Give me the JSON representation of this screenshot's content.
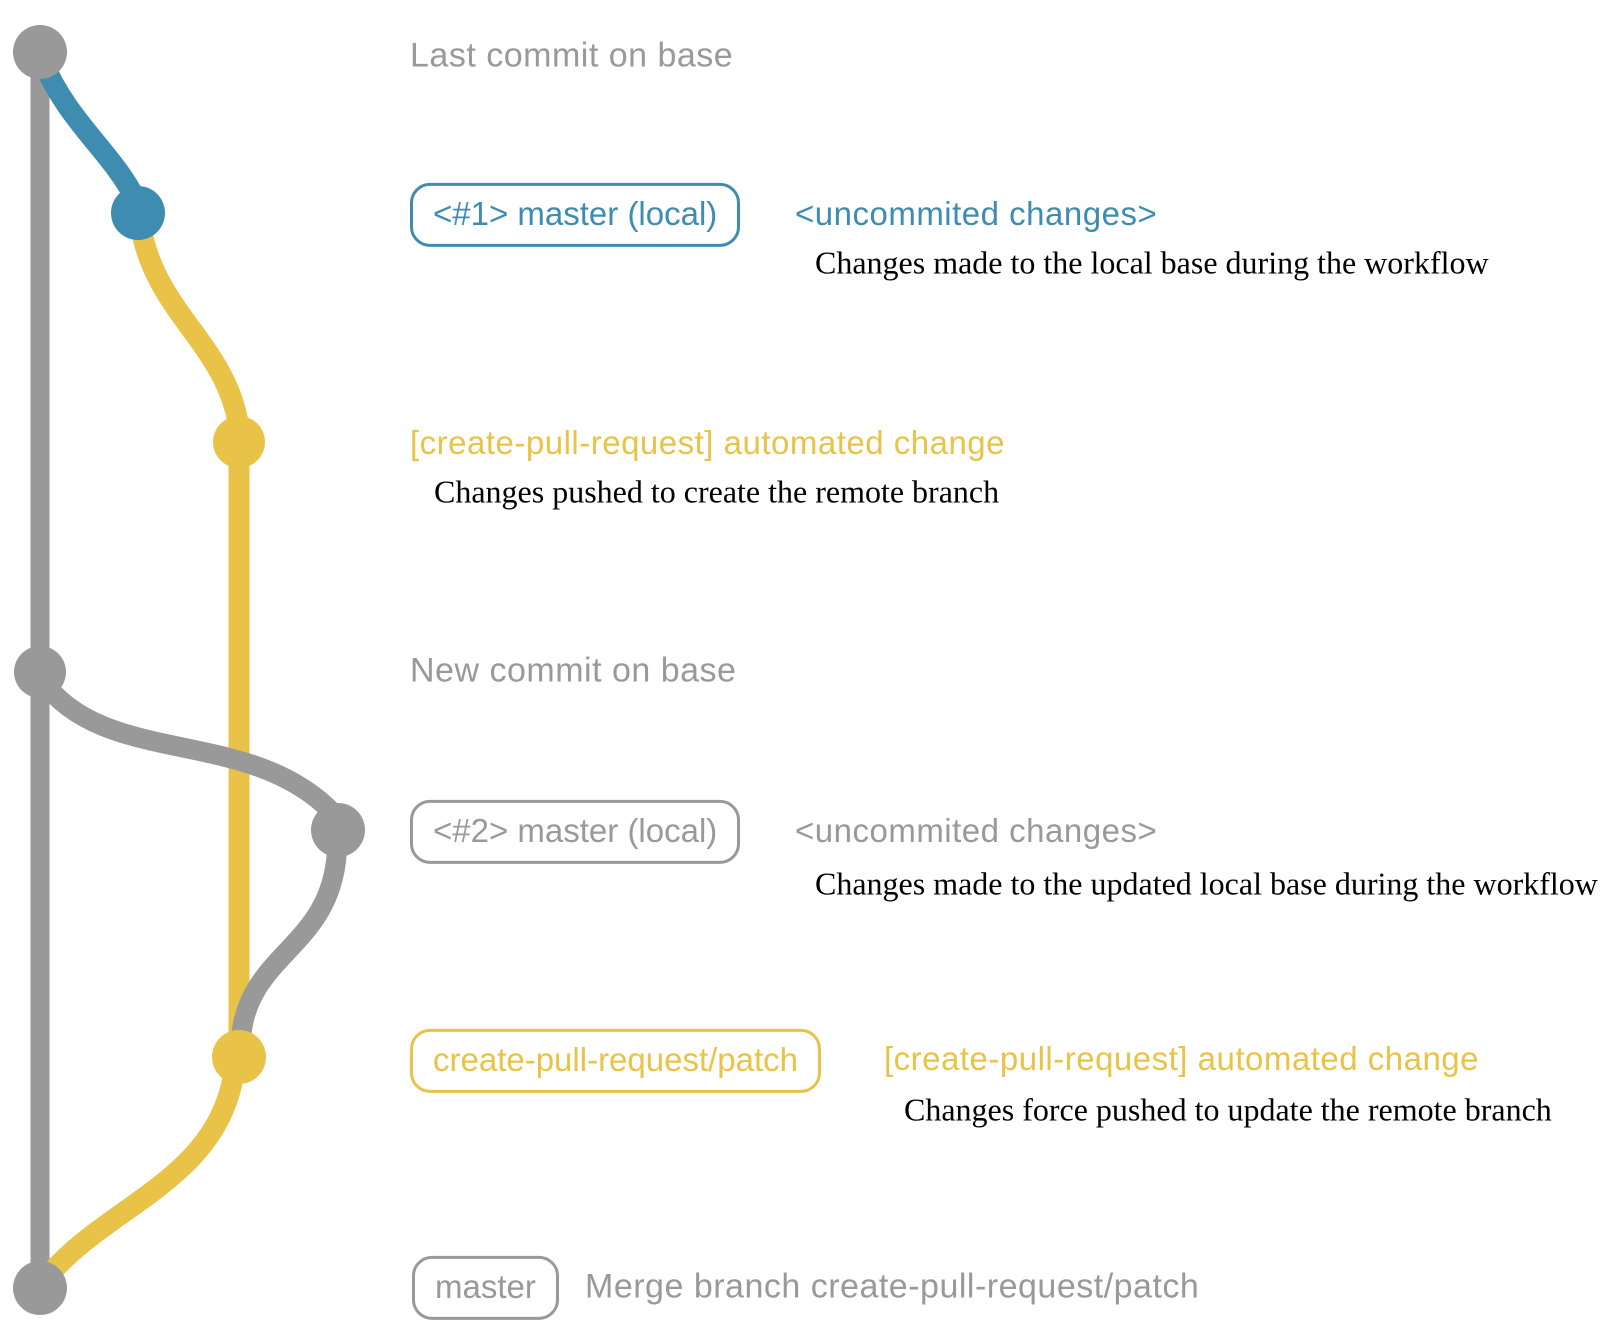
{
  "colors": {
    "gray": "#999999",
    "blue": "#3e8cb0",
    "yellow": "#e9c347",
    "ink": "#000000",
    "background": "#ffffff"
  },
  "rows": {
    "last_commit": {
      "title": "Last commit on base"
    },
    "commit_1": {
      "badge": "<#1> master (local)",
      "note": "<uncommited changes>",
      "description": "Changes made to the local base during the workflow"
    },
    "cpr_push": {
      "title": "[create-pull-request] automated change",
      "description": "Changes pushed to create the remote branch"
    },
    "new_commit": {
      "title": "New commit on base"
    },
    "commit_2": {
      "badge": "<#2> master (local)",
      "note": "<uncommited changes>",
      "description": "Changes made to the updated local base during the workflow"
    },
    "cpr_force_push": {
      "badge": "create-pull-request/patch",
      "note": "[create-pull-request] automated change",
      "description": "Changes force pushed to update the remote branch"
    },
    "merge": {
      "badge": "master",
      "note": "Merge branch create-pull-request/patch"
    }
  }
}
